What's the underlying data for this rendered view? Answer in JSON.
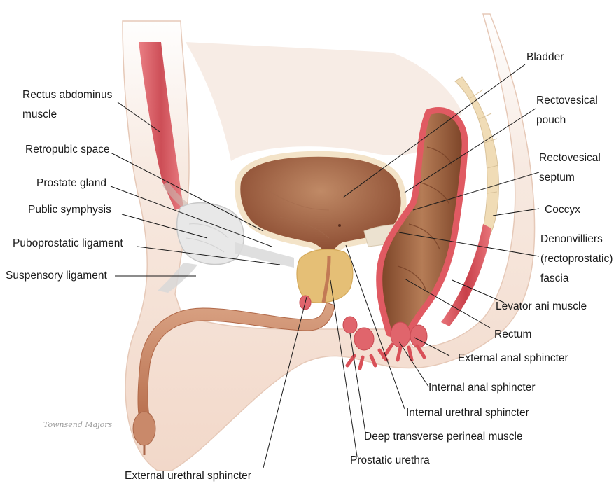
{
  "labels": {
    "bladder": "Bladder",
    "rectus_abdominus_1": "Rectus abdominus",
    "rectus_abdominus_2": "muscle",
    "rectovesical_pouch_1": "Rectovesical",
    "rectovesical_pouch_2": "pouch",
    "retropubic_space": "Retropubic space",
    "rectovesical_septum_1": "Rectovesical",
    "rectovesical_septum_2": "septum",
    "prostate_gland": "Prostate gland",
    "public_symphysis": "Public symphysis",
    "coccyx": "Coccyx",
    "puboprostatic_ligament": "Puboprostatic ligament",
    "denonvilliers_1": "Denonvilliers",
    "denonvilliers_2": "(rectoprostatic)",
    "denonvilliers_3": "fascia",
    "suspensory_ligament": "Suspensory ligament",
    "levator_ani": "Levator ani muscle",
    "rectum": "Rectum",
    "external_anal_sphincter": "External anal sphincter",
    "internal_anal_sphincter": "Internal anal sphincter",
    "internal_urethral_sphincter": "Internal urethral sphincter",
    "deep_transverse_perineal": "Deep transverse perineal muscle",
    "prostatic_urethra": "Prostatic urethra",
    "external_urethral_sphincter": "External urethral sphincter"
  },
  "signature": "Townsend Majors",
  "colors": {
    "skin": "#f3dccf",
    "muscle": "#d9545a",
    "bladder": "#9a5a3c",
    "prostate": "#e8c27a",
    "rectum": "#9c6340",
    "bone": "#e4e4e4",
    "coccyx": "#f1ddb8"
  }
}
